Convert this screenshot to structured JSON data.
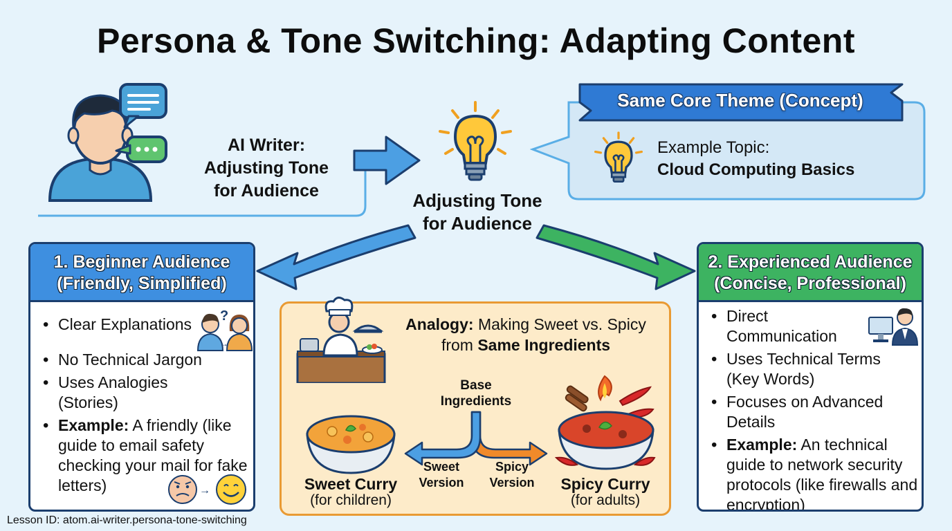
{
  "title": "Persona & Tone Switching: Adapting Content",
  "ai_writer": {
    "line1": "AI Writer:",
    "line2": "Adjusting Tone",
    "line3": "for Audience"
  },
  "center": {
    "line1": "Adjusting Tone",
    "line2": "for Audience"
  },
  "core_theme": {
    "banner": "Same Core Theme (Concept)",
    "topic_label": "Example Topic:",
    "topic_value": "Cloud Computing Basics"
  },
  "beginner": {
    "heading_line1": "1. Beginner Audience",
    "heading_line2": "(Friendly, Simplified)",
    "points": [
      "Clear Explanations",
      "No Technical Jargon",
      "Uses Analogies (Stories)"
    ],
    "example_label": "Example:",
    "example_text": "A friendly (like guide to email safety checking your mail for fake letters)"
  },
  "experienced": {
    "heading_line1": "2. Experienced Audience",
    "heading_line2": "(Concise, Professional)",
    "points": [
      "Direct Communication",
      "Uses Technical Terms (Key Words)",
      "Focuses on Advanced Details"
    ],
    "example_label": "Example:",
    "example_text": "An technical guide to network security protocols (like firewalls and encryption)"
  },
  "analogy": {
    "label": "Analogy:",
    "text1": "Making Sweet vs. Spicy",
    "text2": "from",
    "text3": "Same Ingredients",
    "base_line1": "Base",
    "base_line2": "Ingredients",
    "sweet_branch_line1": "Sweet",
    "sweet_branch_line2": "Version",
    "spicy_branch_line1": "Spicy",
    "spicy_branch_line2": "Version",
    "sweet_name": "Sweet Curry",
    "sweet_sub": "(for children)",
    "spicy_name": "Spicy Curry",
    "spicy_sub": "(for adults)"
  },
  "footer": {
    "lesson_id": "Lesson ID: atom.ai-writer.persona-tone-switching"
  },
  "colors": {
    "blue": "#3e8fe0",
    "green": "#3db361",
    "orange": "#e99a33",
    "navy": "#1b3e6e"
  }
}
